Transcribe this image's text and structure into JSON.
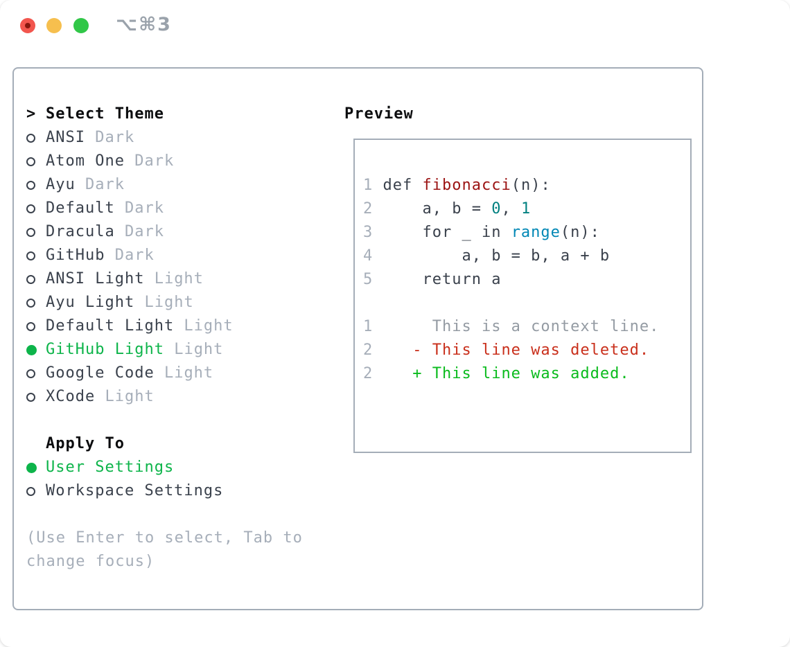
{
  "window": {
    "title_shortcut": "⌥⌘3"
  },
  "theme_panel": {
    "header": {
      "prompt": ">",
      "label": "Select Theme"
    },
    "themes": [
      {
        "name": "ANSI",
        "variant": "Dark",
        "selected": false
      },
      {
        "name": "Atom One",
        "variant": "Dark",
        "selected": false
      },
      {
        "name": "Ayu",
        "variant": "Dark",
        "selected": false
      },
      {
        "name": "Default",
        "variant": "Dark",
        "selected": false
      },
      {
        "name": "Dracula",
        "variant": "Dark",
        "selected": false
      },
      {
        "name": "GitHub",
        "variant": "Dark",
        "selected": false
      },
      {
        "name": "ANSI Light",
        "variant": "Light",
        "selected": false
      },
      {
        "name": "Ayu Light",
        "variant": "Light",
        "selected": false
      },
      {
        "name": "Default Light",
        "variant": "Light",
        "selected": false
      },
      {
        "name": "GitHub Light",
        "variant": "Light",
        "selected": true
      },
      {
        "name": "Google Code",
        "variant": "Light",
        "selected": false
      },
      {
        "name": "XCode",
        "variant": "Light",
        "selected": false
      }
    ],
    "apply_to": {
      "label": "Apply To",
      "options": [
        {
          "name": "User Settings",
          "selected": true
        },
        {
          "name": "Workspace Settings",
          "selected": false
        }
      ]
    },
    "help_lines": [
      "(Use Enter to select, Tab to",
      "change focus)"
    ]
  },
  "preview": {
    "title": "Preview",
    "lines": [
      {
        "kind": "code-line",
        "segments": [
          [
            "ln",
            "1"
          ],
          [
            "pl",
            " "
          ],
          [
            "kw",
            "def"
          ],
          [
            "pl",
            " "
          ],
          [
            "ti",
            "fibonacci"
          ],
          [
            "pl",
            "(n):"
          ]
        ]
      },
      {
        "kind": "code-line",
        "segments": [
          [
            "ln",
            "2"
          ],
          [
            "pl",
            "     a, b = "
          ],
          [
            "nu",
            "0"
          ],
          [
            "pl",
            ", "
          ],
          [
            "nu",
            "1"
          ]
        ]
      },
      {
        "kind": "code-line",
        "segments": [
          [
            "ln",
            "3"
          ],
          [
            "pl",
            "     for _ in "
          ],
          [
            "bi",
            "range"
          ],
          [
            "pl",
            "(n):"
          ]
        ]
      },
      {
        "kind": "code-line",
        "segments": [
          [
            "ln",
            "4"
          ],
          [
            "pl",
            "         a, b = b, a + b"
          ]
        ]
      },
      {
        "kind": "code-line",
        "segments": [
          [
            "ln",
            "5"
          ],
          [
            "pl",
            "     return a"
          ]
        ]
      },
      {
        "kind": "blank-line",
        "segments": []
      },
      {
        "kind": "diff-context-line",
        "segments": [
          [
            "ln",
            "1"
          ],
          [
            "ctx",
            "      This is a context line."
          ]
        ]
      },
      {
        "kind": "diff-deleted-line",
        "segments": [
          [
            "ln",
            "2"
          ],
          [
            "pl",
            "    "
          ],
          [
            "dm",
            "- This line was deleted."
          ]
        ]
      },
      {
        "kind": "diff-added-line",
        "segments": [
          [
            "ln",
            "2"
          ],
          [
            "pl",
            "    "
          ],
          [
            "dp",
            "+ This line was added."
          ]
        ]
      }
    ]
  },
  "colors": {
    "ink": "#3a414c",
    "black": "#0c0d0f",
    "muted": "#a6aeb9",
    "green": "#0db44a",
    "ins": "#0abb1d",
    "del": "#c92f1b",
    "title-red": "#9b1313",
    "teal": "#008080",
    "blue": "#0087b5",
    "border": "#a4adb8",
    "lnum": "#a6aeb9",
    "ctx": "#949ba3",
    "shortcut": "#9aa2ab",
    "tl-red": "#f2564e",
    "tl-red-dot": "#87170e",
    "tl-yellow": "#f6bf4e",
    "tl-green": "#31c748"
  }
}
